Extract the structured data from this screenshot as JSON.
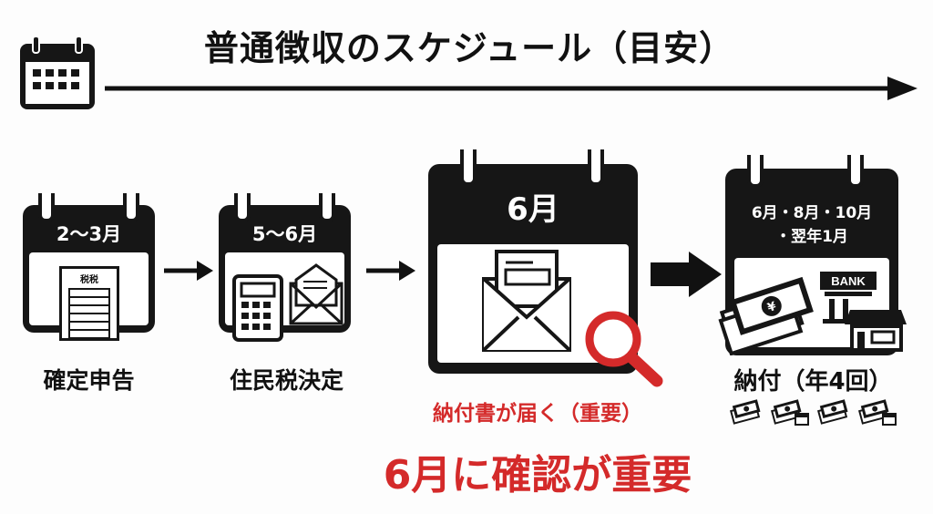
{
  "title": "普通徴収のスケジュール（目安）",
  "steps": [
    {
      "period": "2〜3月",
      "label": "確定申告",
      "doc_text": "税税",
      "icon": "tax-form-icon"
    },
    {
      "period": "5〜6月",
      "label": "住民税決定",
      "icon": "calculator-envelope-icon"
    },
    {
      "period": "6月",
      "label": "納付書が届く（重要）",
      "icon": "envelope-magnifier-icon"
    },
    {
      "period_line1": "6月・8月・10月",
      "period_line2": "・翌年1月",
      "label": "納付（年4回）",
      "bank_text": "BANK",
      "icon": "money-bank-icon"
    }
  ],
  "highlight": "6月に確認が重要",
  "colors": {
    "accent": "#d42a2a",
    "ink": "#161616"
  }
}
